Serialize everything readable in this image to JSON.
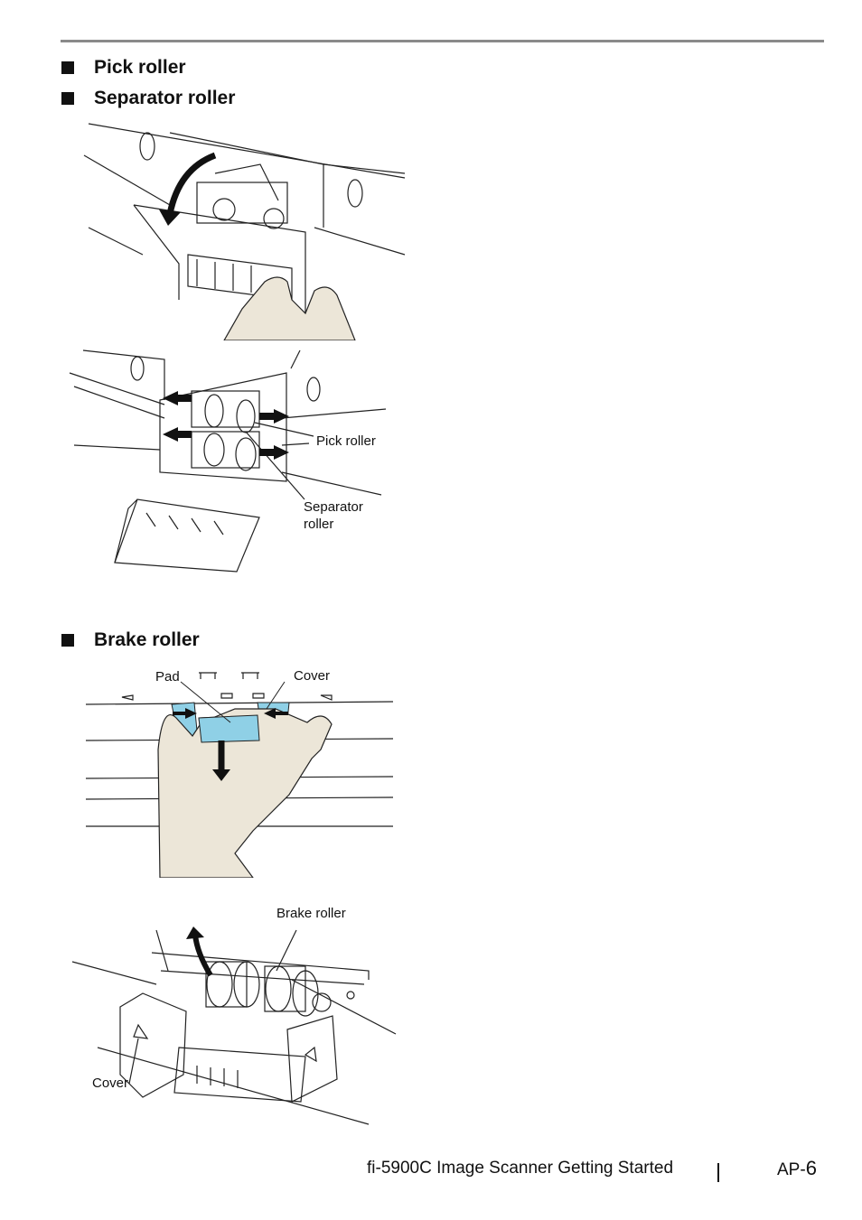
{
  "sections": [
    {
      "label": "Pick roller"
    },
    {
      "label": "Separator roller"
    },
    {
      "label": "Brake roller"
    }
  ],
  "figure_labels": {
    "pick_roller": "Pick roller",
    "separator_roller_line1": "Separator",
    "separator_roller_line2": "roller",
    "pad": "Pad",
    "cover_top": "Cover",
    "brake_roller": "Brake roller",
    "cover_bottom": "Cover"
  },
  "footer": {
    "title": "fi-5900C Image Scanner Getting Started",
    "page_prefix": "AP-",
    "page_number": "6"
  },
  "colors": {
    "hand": "#ece6d8",
    "part_blue": "#8fd0e6",
    "rule": "#8a8a8a"
  }
}
